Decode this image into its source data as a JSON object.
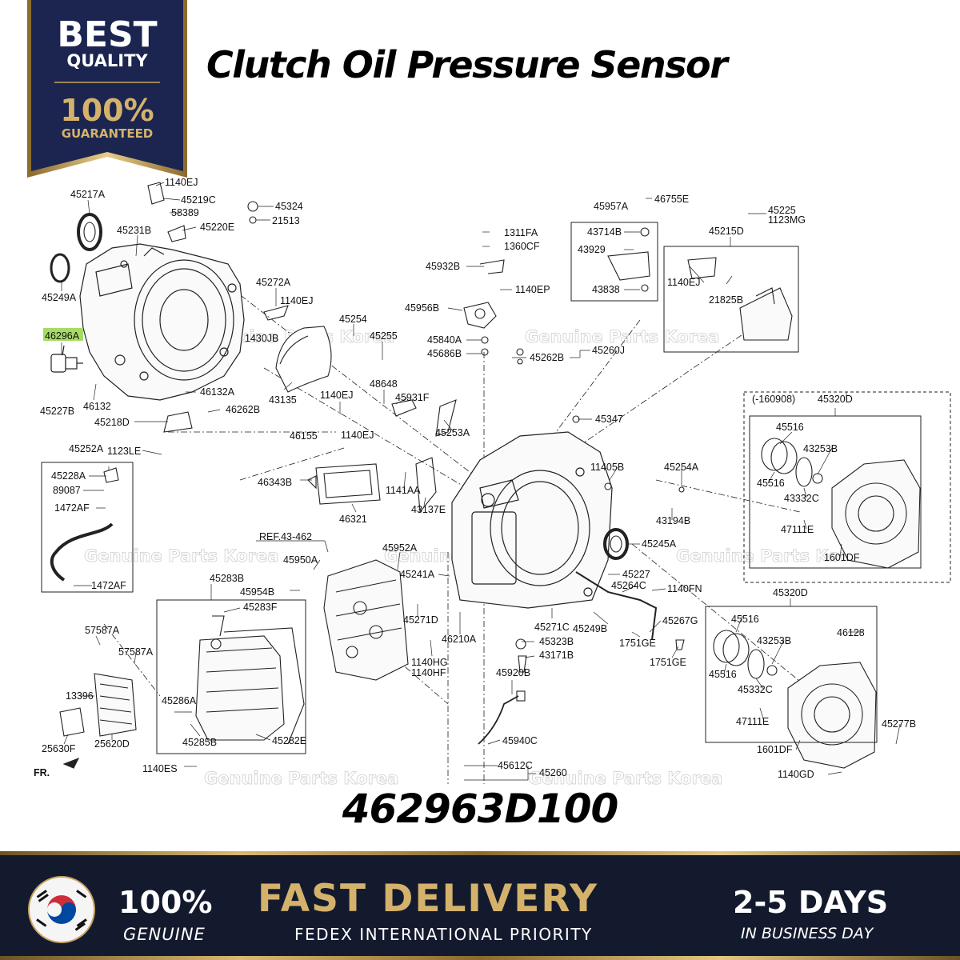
{
  "badge": {
    "line1": "BEST",
    "line2": "QUALITY",
    "line3": "100%",
    "line4": "GUARANTEED"
  },
  "title": "Clutch Oil Pressure Sensor",
  "part_number": "462963D100",
  "watermark": "Genuine Parts Korea",
  "highlighted_part": "46296A",
  "diagram": {
    "labels": [
      "1140EJ",
      "45219C",
      "45217A",
      "58389",
      "45324",
      "21513",
      "45220E",
      "45231B",
      "45249A",
      "45272A",
      "1140EJ",
      "46296A",
      "1430JB",
      "45227B",
      "46132",
      "46132A",
      "46262B",
      "45218D",
      "1123LE",
      "45254",
      "45255",
      "43135",
      "48648",
      "45931F",
      "1140EJ",
      "46155",
      "1140EJ",
      "45253A",
      "1311FA",
      "1360CF",
      "45932B",
      "1140EP",
      "45956B",
      "45840A",
      "45686B",
      "45957A",
      "46755E",
      "43714B",
      "43929",
      "43838",
      "45260J",
      "45262B",
      "45225",
      "1123MG",
      "45215D",
      "1140EJ",
      "21825B",
      "45347",
      "(-160908)",
      "45320D",
      "45516",
      "43253B",
      "45516",
      "43332C",
      "47111E",
      "1601DF",
      "45252A",
      "45228A",
      "89087",
      "1472AF",
      "1472AF",
      "46343B",
      "46321",
      "1141AA",
      "43137E",
      "11405B",
      "45254A",
      "43194B",
      "45245A",
      "REF.43-462",
      "45950A",
      "45952A",
      "45241A",
      "45283B",
      "45954B",
      "45283F",
      "45227",
      "45264C",
      "1140FN",
      "45267G",
      "1751GE",
      "1751GE",
      "45271D",
      "46210A",
      "45271C",
      "45249B",
      "45323B",
      "43171B",
      "1140HG",
      "1140HF",
      "57587A",
      "57587A",
      "13396",
      "45286A",
      "45285B",
      "45282E",
      "25630F",
      "25620D",
      "FR.",
      "1140ES",
      "45920B",
      "45940C",
      "45612C",
      "45260",
      "45320D",
      "45516",
      "43253B",
      "46128",
      "45516",
      "45332C",
      "47111E",
      "1601DF",
      "45277B",
      "1140GD"
    ]
  },
  "footer": {
    "genuine_pct": "100%",
    "genuine_label": "GENUINE",
    "fast": "FAST DELIVERY",
    "fedex": "FEDEX INTERNATIONAL PRIORITY",
    "days": "2-5 DAYS",
    "business": "IN BUSINESS DAY"
  },
  "colors": {
    "navy": "#1b2550",
    "gold": "#c9a45c",
    "highlight": "#a6dc66",
    "footer_bg": "#141a2e"
  }
}
